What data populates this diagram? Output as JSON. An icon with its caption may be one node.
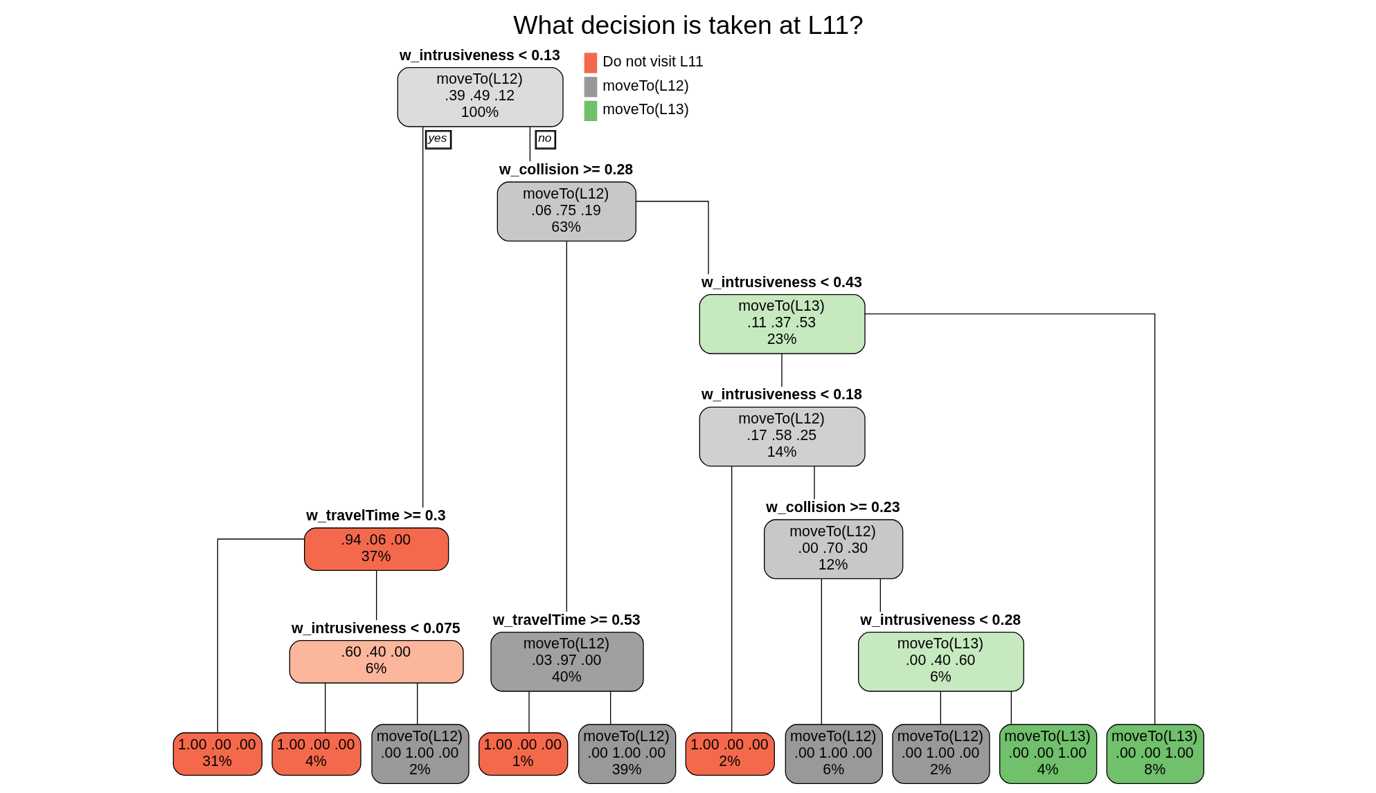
{
  "diagram": {
    "title": "What decision is taken at L11?",
    "nodes": [
      {
        "text": [
          "w_intrusiveness < 0.13",
          "moveTo(L12)",
          ".39 .49 .12",
          "100%"
        ]
      },
      {
        "text": [
          "w_travelTime >= 0.3",
          ".94 .06 .00",
          "37%"
        ]
      },
      {
        "text": [
          "w_collision >= 0.28",
          "moveTo(L12)",
          ".06 .75 .19",
          "63%"
        ]
      },
      {
        "text": [
          "1.00 .00 .00",
          "31%"
        ]
      },
      {
        "text": [
          "w_intrusiveness < 0.075",
          ".60 .40 .00",
          "6%"
        ]
      },
      {
        "text": [
          "w_travelTime >= 0.53",
          "moveTo(L12)",
          ".03 .97 .00",
          "40%"
        ]
      },
      {
        "text": [
          "w_intrusiveness < 0.43",
          "moveTo(L13)",
          ".11 .37 .53",
          "23%"
        ]
      },
      {
        "text": [
          "1.00 .00 .00",
          "4%"
        ]
      },
      {
        "text": [
          "moveTo(L12)",
          ".00 1.00 .00",
          "2%"
        ]
      },
      {
        "text": [
          "1.00 .00 .00",
          "1%"
        ]
      },
      {
        "text": [
          "moveTo(L12)",
          ".00 1.00 .00",
          "39%"
        ]
      },
      {
        "text": [
          "w_intrusiveness < 0.18",
          "moveTo(L12)",
          ".17 .58 .25",
          "14%"
        ]
      },
      {
        "text": [
          "moveTo(L13)",
          ".00 .00 1.00",
          "8%"
        ]
      },
      {
        "text": [
          "1.00 .00 .00",
          "2%"
        ]
      },
      {
        "text": [
          "w_collision >= 0.23",
          "moveTo(L12)",
          ".00 .70 .30",
          "12%"
        ]
      },
      {
        "text": [
          "moveTo(L12)",
          ".00 1.00 .00",
          "6%"
        ]
      },
      {
        "text": [
          "w_intrusiveness < 0.28",
          "moveTo(L13)",
          ".00 .40 .60",
          "6%"
        ]
      },
      {
        "text": [
          "moveTo(L12)",
          ".00 1.00 .00",
          "2%"
        ]
      },
      {
        "text": [
          "moveTo(L13)",
          ".00 .00 1.00",
          "4%"
        ]
      }
    ],
    "edges": [
      {
        "from": 0,
        "to": 1,
        "arrow": "none",
        "label": "yes"
      },
      {
        "from": 0,
        "to": 2,
        "arrow": "none",
        "label": "no"
      },
      {
        "from": 1,
        "to": 3,
        "arrow": "none"
      },
      {
        "from": 1,
        "to": 4,
        "arrow": "none"
      },
      {
        "from": 4,
        "to": 7,
        "arrow": "none"
      },
      {
        "from": 4,
        "to": 8,
        "arrow": "none"
      },
      {
        "from": 2,
        "to": 5,
        "arrow": "none"
      },
      {
        "from": 2,
        "to": 6,
        "arrow": "none"
      },
      {
        "from": 5,
        "to": 9,
        "arrow": "none"
      },
      {
        "from": 5,
        "to": 10,
        "arrow": "none"
      },
      {
        "from": 6,
        "to": 11,
        "arrow": "none"
      },
      {
        "from": 6,
        "to": 12,
        "arrow": "none"
      },
      {
        "from": 11,
        "to": 13,
        "arrow": "none"
      },
      {
        "from": 11,
        "to": 14,
        "arrow": "none"
      },
      {
        "from": 14,
        "to": 15,
        "arrow": "none"
      },
      {
        "from": 14,
        "to": 16,
        "arrow": "none"
      },
      {
        "from": 16,
        "to": 17,
        "arrow": "none"
      },
      {
        "from": 16,
        "to": 18,
        "arrow": "none"
      }
    ],
    "legend": [
      {
        "text": "Do not visit L11",
        "color": "#f4694c"
      },
      {
        "text": "moveTo(L12)",
        "color": "#999999"
      },
      {
        "text": "moveTo(L13)",
        "color": "#70c06c"
      }
    ]
  }
}
